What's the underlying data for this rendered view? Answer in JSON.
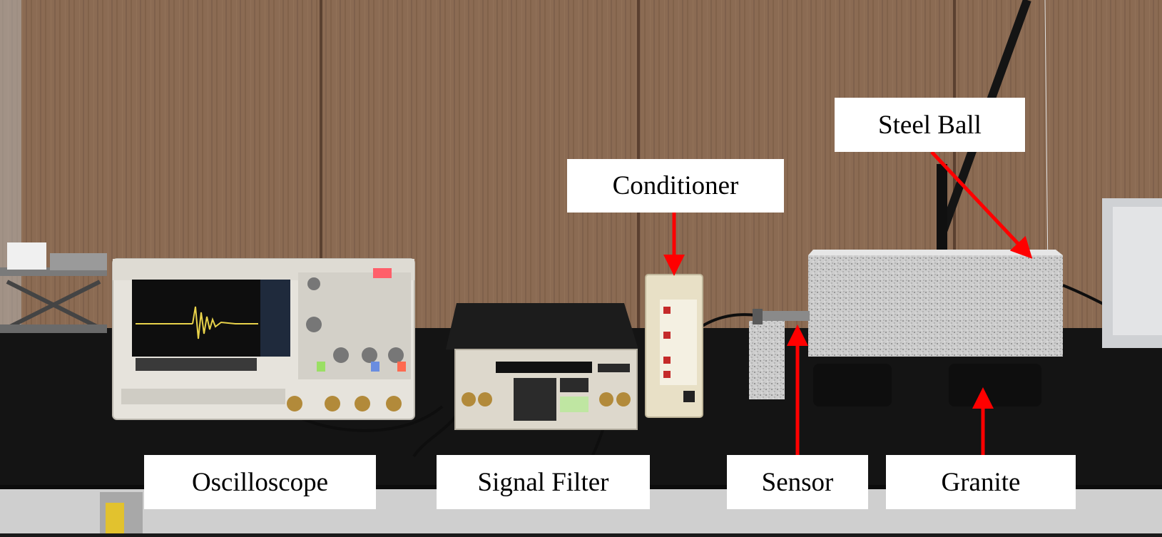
{
  "labels": {
    "steel_ball": "Steel Ball",
    "conditioner": "Conditioner",
    "oscilloscope": "Oscilloscope",
    "signal_filter": "Signal Filter",
    "sensor": "Sensor",
    "granite": "Granite"
  },
  "colors": {
    "arrow": "#ff0000",
    "label_bg": "#ffffff",
    "label_text": "#000000",
    "wood_wall": "#8a6a52",
    "bench_top": "#131313",
    "granite": "#cfcfcf",
    "instrument_body": "#e6e3dc",
    "scope_screen": "#101010",
    "waveform": "#e8d24a"
  },
  "icons": [
    "arrow-icon"
  ]
}
